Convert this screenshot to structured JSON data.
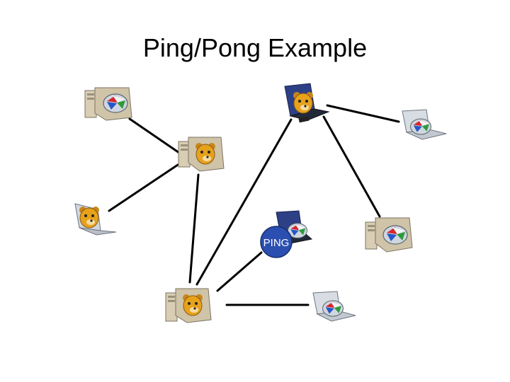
{
  "slide": {
    "title": "Ping/Pong Example"
  },
  "network": {
    "message_label": "PING",
    "nodes": [
      {
        "id": "desktop-top-left",
        "kind": "desktop",
        "avatar": "globe"
      },
      {
        "id": "desktop-mid",
        "kind": "desktop",
        "avatar": "bear"
      },
      {
        "id": "laptop-left",
        "kind": "laptop",
        "avatar": "bear"
      },
      {
        "id": "desktop-bottom",
        "kind": "desktop",
        "avatar": "bear"
      },
      {
        "id": "laptop-bottom-right",
        "kind": "laptop",
        "avatar": "globe"
      },
      {
        "id": "laptop-top-center",
        "kind": "laptop",
        "avatar": "bear"
      },
      {
        "id": "laptop-top-right",
        "kind": "laptop",
        "avatar": "globe"
      },
      {
        "id": "desktop-right",
        "kind": "desktop",
        "avatar": "globe"
      },
      {
        "id": "laptop-center",
        "kind": "laptop",
        "avatar": "globe"
      }
    ],
    "links": [
      [
        "desktop-top-left",
        "desktop-mid"
      ],
      [
        "desktop-mid",
        "laptop-left"
      ],
      [
        "desktop-mid",
        "desktop-bottom"
      ],
      [
        "laptop-top-center",
        "desktop-bottom"
      ],
      [
        "laptop-top-center",
        "laptop-top-right"
      ],
      [
        "laptop-top-center",
        "desktop-right"
      ],
      [
        "laptop-center",
        "desktop-bottom"
      ],
      [
        "desktop-bottom",
        "laptop-bottom-right"
      ]
    ],
    "colors": {
      "link": "#000000",
      "ping_badge": "#2b4fb0",
      "monitor_beige": "#d9cdb4",
      "bear": "#e7a21c",
      "globe_red": "#d8262b",
      "globe_blue": "#2457c9",
      "globe_green": "#2e9b3b"
    }
  }
}
